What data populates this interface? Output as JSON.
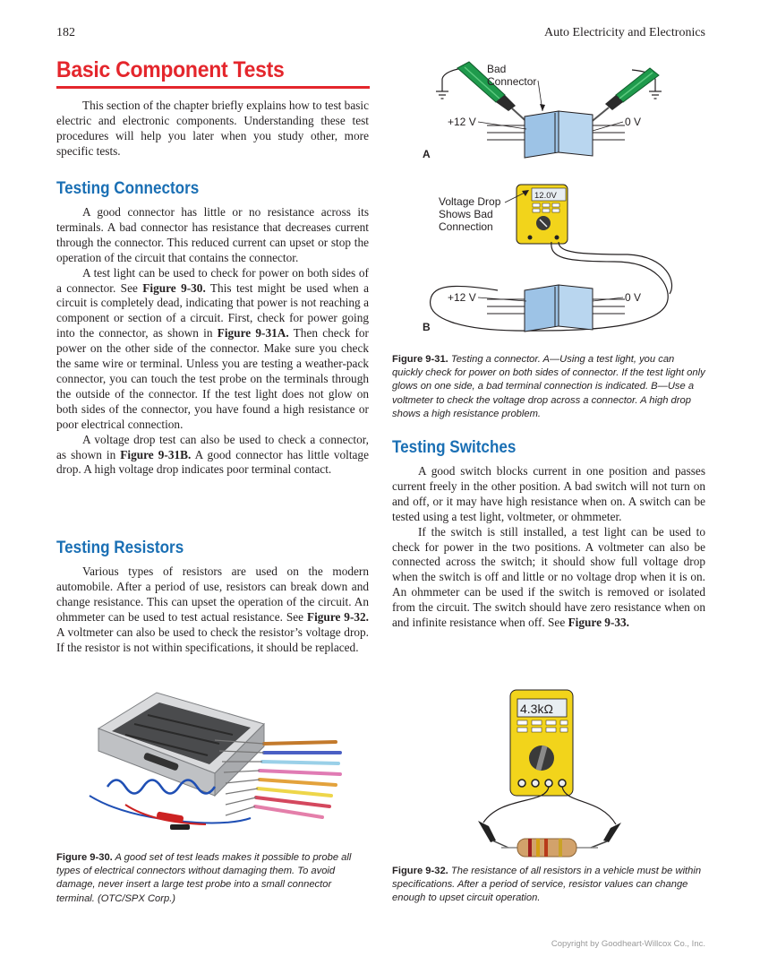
{
  "header": {
    "page_number": "182",
    "book_title": "Auto Electricity and Electronics"
  },
  "section_title": "Basic Component Tests",
  "intro": "This section of the chapter briefly explains how to test basic electric and electronic components. Understanding these test procedures will help you later when you study other, more specific tests.",
  "connectors": {
    "heading": "Testing Connectors",
    "p1": "A good connector has little or no resistance across its terminals. A bad connector has resistance that decreases current through the connector. This reduced current can upset or stop the operation of the circuit that contains the connector.",
    "p2a": "A test light can be used to check for power on both sides of a connector. See ",
    "p2_ref1": "Figure 9-30.",
    "p2b": " This test might be used when a circuit is completely dead, indicating that power is not reaching a component or section of a circuit. First, check for power going into the connector, as shown in ",
    "p2_ref2": "Figure 9-31A.",
    "p2c": " Then check for power on the other side of the connector. Make sure you check the same wire or terminal. Unless you are testing a weather-pack connector, you can touch the test probe on the terminals through the outside of the connector. If the test light does not glow on both sides of the connector, you have found a high resistance or poor electrical connection.",
    "p3a": "A voltage drop test can also be used to check a connector, as shown in ",
    "p3_ref": "Figure 9-31B.",
    "p3b": " A good connector has little voltage drop. A high voltage drop indicates poor terminal contact."
  },
  "resistors": {
    "heading": "Testing Resistors",
    "p1a": "Various types of resistors are used on the modern automobile. After a period of use, resistors can break down and change resistance. This can upset the operation of the circuit. An ohmmeter can be used to test actual resistance. See ",
    "p1_ref": "Figure 9-32.",
    "p1b": " A voltmeter can also be used to check the resistor’s voltage drop. If the resistor is not within specifications, it should be replaced."
  },
  "switches": {
    "heading": "Testing Switches",
    "p1": "A good switch blocks current in one position and passes current freely in the other position. A bad switch will not turn on and off, or it may have high resistance when on. A switch can be tested using a test light, voltmeter, or ohmmeter.",
    "p2a": "If the switch is still installed, a test light can be used to check for power in the two positions. A voltmeter can also be connected across the switch; it should show full voltage drop when the switch is off and little or no voltage drop when it is on. An ohmmeter can be used if the switch is removed or isolated from the circuit. The switch should have zero resistance when on and infinite resistance when off. See ",
    "p2_ref": "Figure 9-33."
  },
  "fig31": {
    "label_bad_connector_1": "Bad",
    "label_bad_connector_2": "Connector",
    "label_plus12_a": "+12 V",
    "label_0v_a": "0 V",
    "label_a": "A",
    "label_vd_1": "Voltage Drop",
    "label_vd_2": "Shows Bad",
    "label_vd_3": "Connection",
    "meter_reading": "12.0V",
    "label_plus12_b": "+12 V",
    "label_0v_b": "0 V",
    "label_b": "B",
    "caption_num": "Figure 9-31.",
    "caption_text": " Testing a connector. A—Using a test light, you can quickly check for power on both sides of connector. If the test light only glows on one side, a bad terminal connection is indicated. B—Use a voltmeter to check the voltage drop across a connector. A high drop shows a high resistance problem."
  },
  "fig30": {
    "caption_num": "Figure 9-30.",
    "caption_text": " A good set of test leads makes it possible to probe all types of electrical connectors without damaging them. To avoid damage, never insert a large test probe into a small connector terminal. (OTC/SPX Corp.)"
  },
  "fig32": {
    "meter_reading": "4.3kΩ",
    "caption_num": "Figure 9-32.",
    "caption_text": " The resistance of all resistors in a vehicle must be within specifications. After a period of service, resistor values can change enough to upset circuit operation."
  },
  "copyright": "Copyright by Goodheart-Willcox Co., Inc.",
  "colors": {
    "heading_red": "#e4262c",
    "heading_blue": "#1a6fb4",
    "meter_yellow": "#f2d41b",
    "probe_green": "#1f9a4c"
  }
}
